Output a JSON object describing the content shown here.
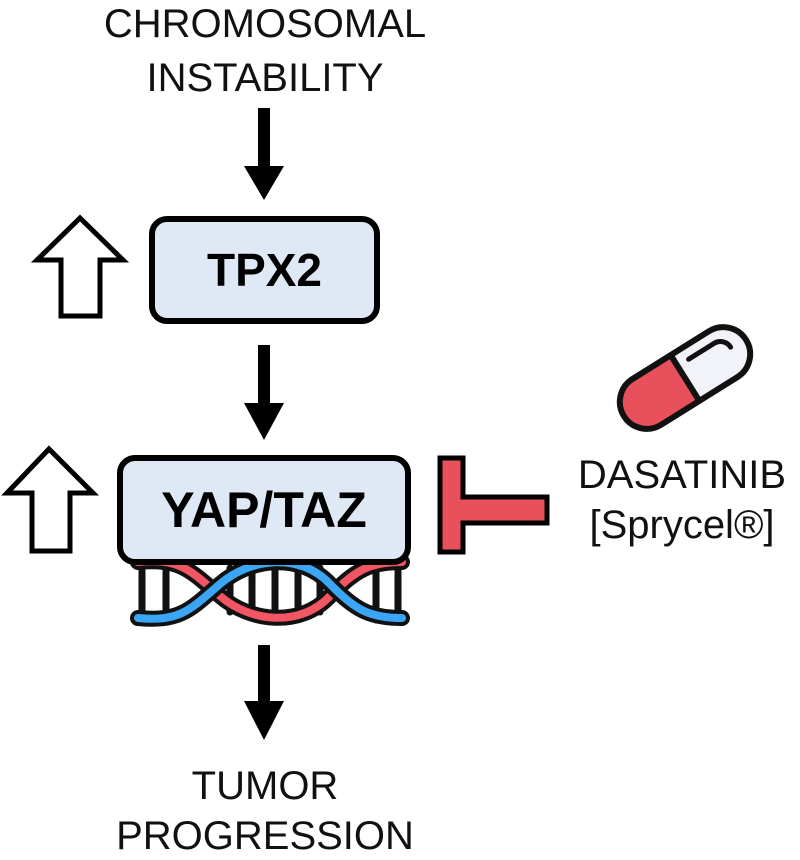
{
  "diagram": {
    "title": "TPX2 – YAP/TAZ pathway and Dasatinib inhibition",
    "nodes": {
      "source": {
        "line1": "CHROMOSOMAL",
        "line2": "INSTABILITY"
      },
      "tpx2": {
        "label": "TPX2",
        "regulation": "upregulated"
      },
      "yaptaz": {
        "label": "YAP/TAZ",
        "regulation": "upregulated",
        "icon": "dna-double-helix-icon"
      },
      "outcome": {
        "line1": "TUMOR",
        "line2": "PROGRESSION"
      },
      "drug": {
        "line1": "DASATINIB",
        "line2": "[Sprycel®]",
        "icon": "capsule-pill-icon"
      }
    },
    "edges": [
      {
        "from": "source",
        "to": "tpx2",
        "type": "activation"
      },
      {
        "from": "tpx2",
        "to": "yaptaz",
        "type": "activation"
      },
      {
        "from": "yaptaz",
        "to": "outcome",
        "type": "activation"
      },
      {
        "from": "drug",
        "to": "yaptaz",
        "type": "inhibition"
      }
    ],
    "colors": {
      "box_fill": "#dfe9f5",
      "inhibitor_red": "#e8505b",
      "capsule_white": "#f1f3f8",
      "dna_red": "#f25563",
      "dna_blue": "#3aa6f5"
    }
  }
}
